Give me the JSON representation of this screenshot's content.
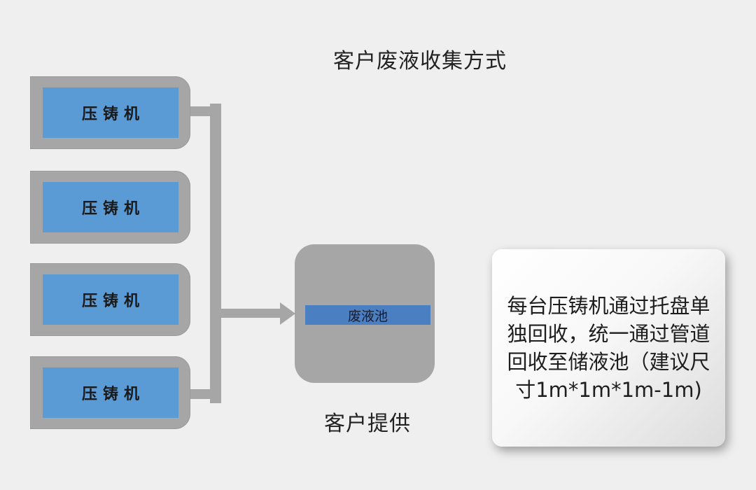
{
  "title": "客户废液收集方式",
  "machines": [
    {
      "label": "压铸机"
    },
    {
      "label": "压铸机"
    },
    {
      "label": "压铸机"
    },
    {
      "label": "压铸机"
    }
  ],
  "pool": {
    "label": "废液池"
  },
  "provided_by": "客户提供",
  "note": "每台压铸机通过托盘单独回收，统一通过管道回收至储液池（建议尺寸1m*1m*1m-1m)",
  "colors": {
    "background": "#efefef",
    "machine_frame": "#a6a6a6",
    "machine_face": "#5b9bd5",
    "pool_bar": "#4a7fc1"
  }
}
